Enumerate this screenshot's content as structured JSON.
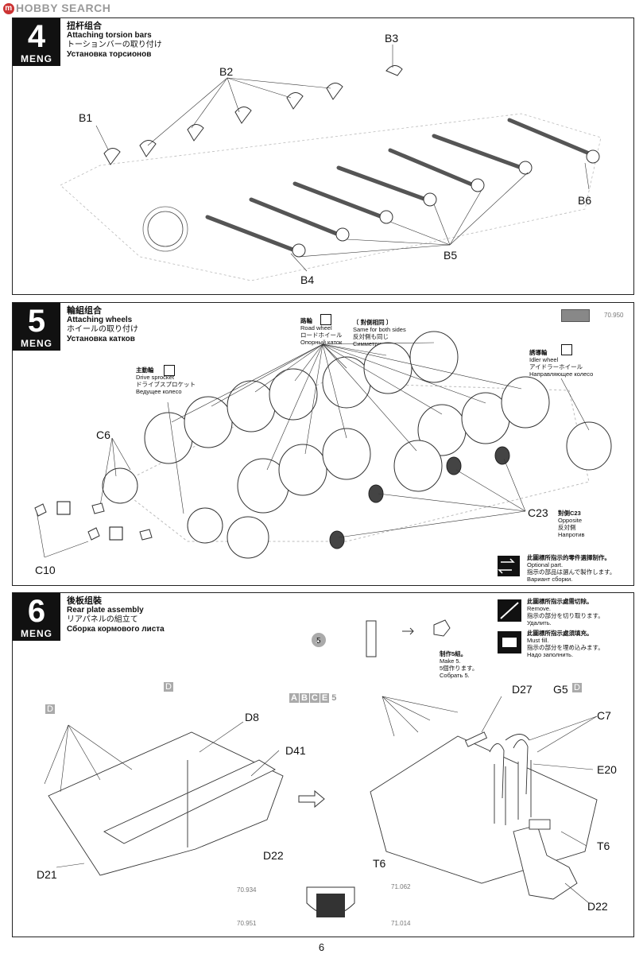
{
  "watermark": "HOBBY SEARCH",
  "page_number": "6",
  "steps": [
    {
      "number": "4",
      "brand": "MENG",
      "title_zh": "扭杆组合",
      "title_en": "Attaching torsion bars",
      "title_jp": "トーションバーの取り付け",
      "title_ru": "Установка торсионов",
      "labels": {
        "b1": "B1",
        "b2": "B2",
        "b3": "B3",
        "b4": "B4",
        "b5": "B5",
        "b6": "B6"
      }
    },
    {
      "number": "5",
      "brand": "MENG",
      "title_zh": "輪組组合",
      "title_en": "Attaching wheels",
      "title_jp": "ホイールの取り付け",
      "title_ru": "Установка катков",
      "road_wheel": {
        "zh": "路輪",
        "en": "Road wheel",
        "jp": "ロードホイール",
        "ru": "Опорный каток"
      },
      "same_sides": {
        "zh": "〔 對側相同 〕",
        "en": "Same for both sides",
        "jp": "反対側も同じ",
        "ru": "Симметрично"
      },
      "drive": {
        "zh": "主動輪",
        "en": "Drive sprocket",
        "jp": "ドライブスプロケット",
        "ru": "Ведущее колесо"
      },
      "idler": {
        "zh": "誘導輪",
        "en": "Idler wheel",
        "jp": "アイドラーホイール",
        "ru": "Направляющее колесо"
      },
      "paint_code": "70.950",
      "labels": {
        "c6": "C6",
        "c10": "C10",
        "c23": "C23",
        "c23_opp": "對側C23"
      },
      "opposite": {
        "en": "Opposite",
        "jp": "反対側",
        "ru": "Напротив"
      },
      "option": {
        "zh": "此圖標所指示的零件選擇制作。",
        "en": "Optional part.",
        "jp": "指示の部品は選んで製作します。",
        "ru": "Вариант сборки."
      }
    },
    {
      "number": "6",
      "brand": "MENG",
      "title_zh": "後板组裝",
      "title_en": "Rear plate assembly",
      "title_jp": "リアパネルの組立て",
      "title_ru": "Сборка кормового листа",
      "remove": {
        "zh": "此圖標所指示處需切除。",
        "en": "Remove.",
        "jp": "指示の部分を切り取ります。",
        "ru": "Удалить."
      },
      "fill": {
        "zh": "此圖標所指示處須填充。",
        "en": "Must fill.",
        "jp": "指示の部分を埋め込みます。",
        "ru": "Надо заполнить."
      },
      "make5": {
        "zh": "制作5組。",
        "en": "Make 5.",
        "jp": "5個作ります。",
        "ru": "Собрать 5."
      },
      "x5": "5",
      "abce": [
        "A",
        "B",
        "C",
        "E"
      ],
      "labels": {
        "d": "D",
        "d8": "D8",
        "d41": "D41",
        "d21": "D21",
        "d22": "D22",
        "d22b": "D22",
        "t6": "T6",
        "t6b": "T6",
        "d27": "D27",
        "g5": "G5",
        "dd": "D",
        "c7": "C7",
        "e20": "E20"
      },
      "paints": {
        "p1": "70.934",
        "p2": "71.062",
        "p3": "70.951",
        "p4": "71.014"
      }
    }
  ]
}
